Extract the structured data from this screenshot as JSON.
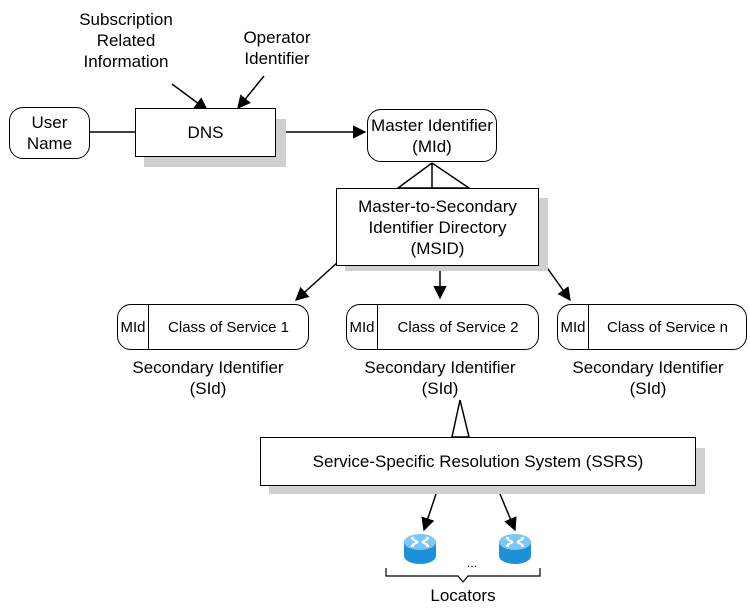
{
  "inputs": {
    "subscription": "Subscription\nRelated\nInformation",
    "operator": "Operator\nIdentifier",
    "user_name": "User\nName"
  },
  "dns": "DNS",
  "master": "Master Identifier\n(MId)",
  "msid": "Master-to-Secondary\nIdentifier Directory\n(MSID)",
  "secondary": [
    {
      "mid": "MId",
      "cos": "Class of Service 1",
      "caption": "Secondary Identifier\n(SId)"
    },
    {
      "mid": "MId",
      "cos": "Class of Service 2",
      "caption": "Secondary Identifier\n(SId)"
    },
    {
      "mid": "MId",
      "cos": "Class of Service n",
      "caption": "Secondary Identifier\n(SId)"
    }
  ],
  "ssrs": "Service-Specific Resolution System (SSRS)",
  "ellipsis": "...",
  "locators": "Locators",
  "colors": {
    "router": "#1e90d8",
    "router_top": "#7cc8f4",
    "shadow": "#d0d0d0"
  },
  "icons": [
    "router-icon",
    "router-icon"
  ]
}
